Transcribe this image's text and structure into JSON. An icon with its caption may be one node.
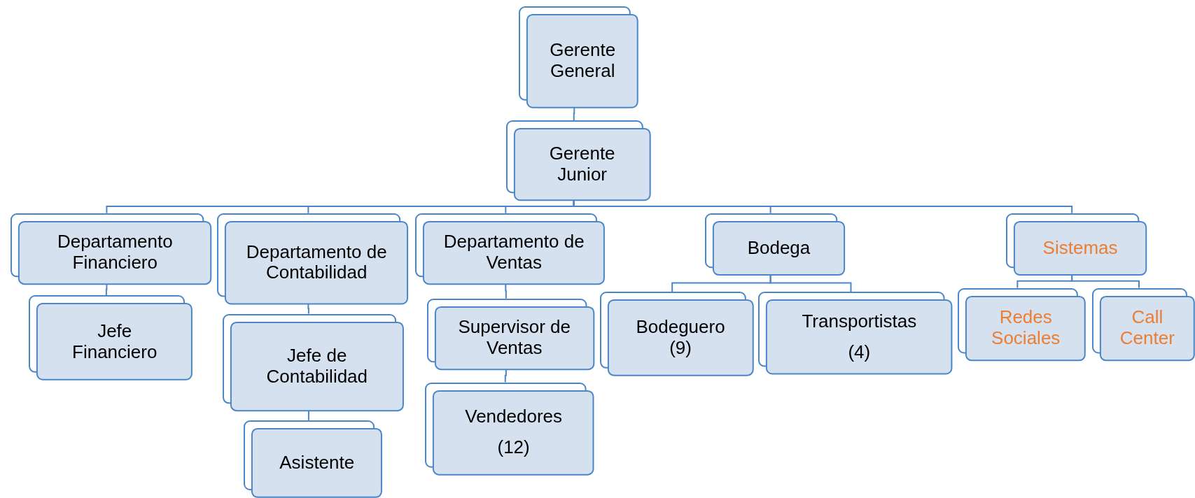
{
  "diagram": {
    "nodes": [
      {
        "text": [
          "Gerente General"
        ]
      },
      {
        "text": [
          "Gerente Junior"
        ]
      },
      {
        "text": [
          "Departamento Financiero"
        ]
      },
      {
        "text": [
          "Jefe Financiero"
        ]
      },
      {
        "text": [
          "Departamento de Contabilidad"
        ]
      },
      {
        "text": [
          "Jefe de Contabilidad"
        ]
      },
      {
        "text": [
          "Asistente"
        ]
      },
      {
        "text": [
          "Departamento de Ventas"
        ]
      },
      {
        "text": [
          "Supervisor de Ventas"
        ]
      },
      {
        "text": [
          "Vendedores",
          "(12)"
        ]
      },
      {
        "text": [
          "Bodega"
        ]
      },
      {
        "text": [
          "Bodeguero (9)"
        ]
      },
      {
        "text": [
          "Transportistas",
          "(4)"
        ]
      },
      {
        "text": [
          "Sistemas"
        ]
      },
      {
        "text": [
          "Redes Sociales"
        ]
      },
      {
        "text": [
          "Call Center"
        ]
      }
    ],
    "edges": [
      {
        "from": 0,
        "to": 1,
        "arrow": "none"
      },
      {
        "from": 1,
        "to": 2,
        "arrow": "none"
      },
      {
        "from": 1,
        "to": 4,
        "arrow": "none"
      },
      {
        "from": 1,
        "to": 7,
        "arrow": "none"
      },
      {
        "from": 1,
        "to": 10,
        "arrow": "none"
      },
      {
        "from": 1,
        "to": 13,
        "arrow": "none"
      },
      {
        "from": 2,
        "to": 3,
        "arrow": "none"
      },
      {
        "from": 4,
        "to": 5,
        "arrow": "none"
      },
      {
        "from": 5,
        "to": 6,
        "arrow": "none"
      },
      {
        "from": 7,
        "to": 8,
        "arrow": "none"
      },
      {
        "from": 8,
        "to": 9,
        "arrow": "none"
      },
      {
        "from": 10,
        "to": 11,
        "arrow": "none"
      },
      {
        "from": 10,
        "to": 12,
        "arrow": "none"
      },
      {
        "from": 13,
        "to": 14,
        "arrow": "none"
      },
      {
        "from": 13,
        "to": 15,
        "arrow": "none"
      }
    ]
  }
}
